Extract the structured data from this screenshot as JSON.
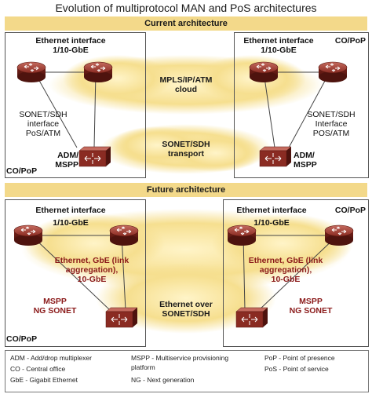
{
  "title": "Evolution of multiprotocol MAN and PoS architectures",
  "current": {
    "banner": "Current architecture",
    "left_box": {
      "eth_title": "Ethernet interface",
      "eth_speed": "1/10-GbE",
      "sonet_l1": "SONET/SDH",
      "sonet_l2": "interface",
      "sonet_l3": "PoS/ATM",
      "adm_l1": "ADM/",
      "adm_l2": "MSPP",
      "copop": "CO/PoP"
    },
    "right_box": {
      "eth_title": "Ethernet interface",
      "eth_speed": "1/10-GbE",
      "copop": "CO/PoP",
      "sonet_l1": "SONET/SDH",
      "sonet_l2": "Interface",
      "sonet_l3": "POS/ATM",
      "adm_l1": "ADM/",
      "adm_l2": "MSPP"
    },
    "cloud_top_l1": "MPLS/IP/ATM",
    "cloud_top_l2": "cloud",
    "cloud_bottom_l1": "SONET/SDH",
    "cloud_bottom_l2": "transport"
  },
  "future": {
    "banner": "Future architecture",
    "left_box": {
      "eth_title": "Ethernet interface",
      "eth_speed": "1/10-GbE",
      "link_l1": "Ethernet, GbE (link",
      "link_l2": "aggregation),",
      "link_l3": "10-GbE",
      "mspp_l1": "MSPP",
      "mspp_l2": "NG SONET",
      "copop": "CO/PoP"
    },
    "right_box": {
      "eth_title": "Ethernet interface",
      "eth_speed": "1/10-GbE",
      "copop": "CO/PoP",
      "link_l1": "Ethernet, GbE (link",
      "link_l2": "aggregation),",
      "link_l3": "10-GbE",
      "mspp_l1": "MSPP",
      "mspp_l2": "NG SONET"
    },
    "cloud_l1": "Ethernet over",
    "cloud_l2": "SONET/SDH"
  },
  "legend": {
    "adm": "ADM - Add/drop multiplexer",
    "co": "CO - Central office",
    "gbe": "GbE - Gigabit Ethernet",
    "mspp_l1": "MSPP - Multiservice provisioning",
    "mspp_l2": "platform",
    "ng": "NG - Next generation",
    "pop": "PoP - Point of presence",
    "pos": "PoS - Point of service"
  },
  "colors": {
    "banner": "#f3d98a",
    "cloud": "#f6df8f",
    "router": "#8a2b22",
    "text_red": "#8b1a1a"
  }
}
